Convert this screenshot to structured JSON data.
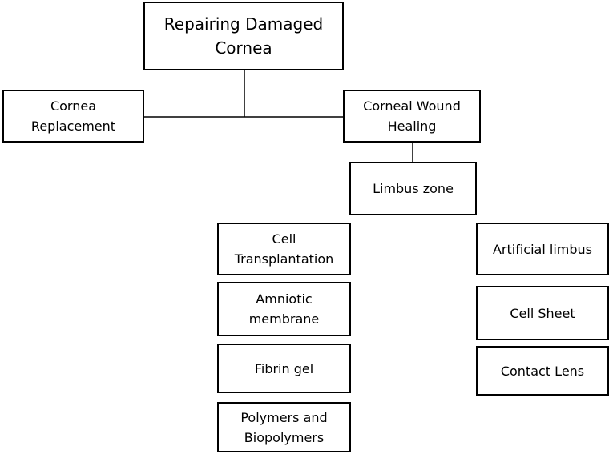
{
  "diagram": {
    "root": "Repairing Damaged\nCornea",
    "branch_left": "Cornea\nReplacement",
    "branch_right": "Corneal Wound\nHealing",
    "limbus": "Limbus zone",
    "left_column": [
      "Cell\nTransplantation",
      "Amniotic\nmembrane",
      "Fibrin gel",
      "Polymers and\nBiopolymers"
    ],
    "right_column": [
      "Artificial limbus",
      "Cell Sheet",
      "Contact Lens"
    ]
  }
}
